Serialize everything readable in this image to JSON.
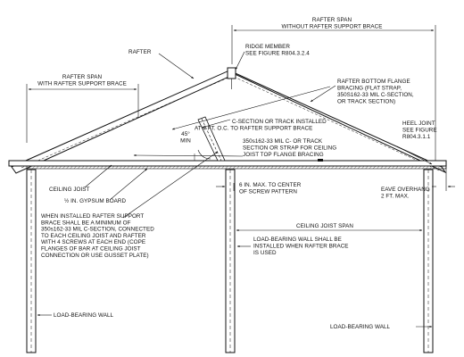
{
  "labels": {
    "rafter_span_without": [
      "RAFTER SPAN",
      "WITHOUT RAFTER SUPPORT BRACE"
    ],
    "rafter_span_with": [
      "RAFTER SPAN",
      "WITH RAFTER SUPPORT BRACE"
    ],
    "rafter": "RAFTER",
    "ridge_member": [
      "RIDGE MEMBER",
      "SEE FIGURE R804.3.2.4"
    ],
    "rafter_bottom_flange": [
      "RAFTER BOTTOM FLANGE",
      "BRACING (FLAT STRAP,",
      "350S162-33 MIL C-SECTION,",
      "OR TRACK SECTION)"
    ],
    "c_section_track": [
      "C-SECTION OR TRACK INSTALLED",
      "AT 4 FT. O.C. TO RAFTER SUPPORT BRACE"
    ],
    "heel_joint": [
      "HEEL JOINT",
      "SEE FIGURE",
      "R804.3.1.1"
    ],
    "angle": [
      "45°",
      "MIN"
    ],
    "joist_bracing": [
      "350s162-33 MIL C- OR TRACK",
      "SECTION OR STRAP FOR CEILING",
      "JOIST TOP FLANGE BRACING"
    ],
    "ceiling_joist": "CEILING JOIST",
    "gypsum_board": "½ IN. GYPSUM BOARD",
    "screw_pattern": "6 IN. MAX. TO CENTER",
    "screw_pattern_2": "OF SCREW PATTERN",
    "eave_overhang": [
      "EAVE OVERHANG",
      "2 FT. MAX."
    ],
    "brace_note": [
      "WHEN INSTALLED RAFTER SUPPORT",
      "BRACE SHALL BE A MINIMUM OF",
      "350s162-33 MIL C-SECTION, CONNECTED",
      "TO EACH CEILING JOIST AND RAFTER",
      "WITH 4 SCREWS AT EACH END (COPE",
      "FLANGES OF BAR AT CEILING JOIST",
      "CONNECTION OR USE GUSSET PLATE)"
    ],
    "ceiling_joist_span": "CEILING JOIST SPAN",
    "load_bearing_wall_note": [
      "LOAD-BEARING WALL SHALL BE",
      "INSTALLED WHEN RAFTER BRACE",
      "IS USED"
    ],
    "load_bearing_wall_left": "LOAD-BEARING WALL",
    "load_bearing_wall_right": "LOAD-BEARING WALL"
  },
  "colors": {
    "ink": "#111111",
    "background": "#ffffff",
    "hatch": "#555555"
  }
}
